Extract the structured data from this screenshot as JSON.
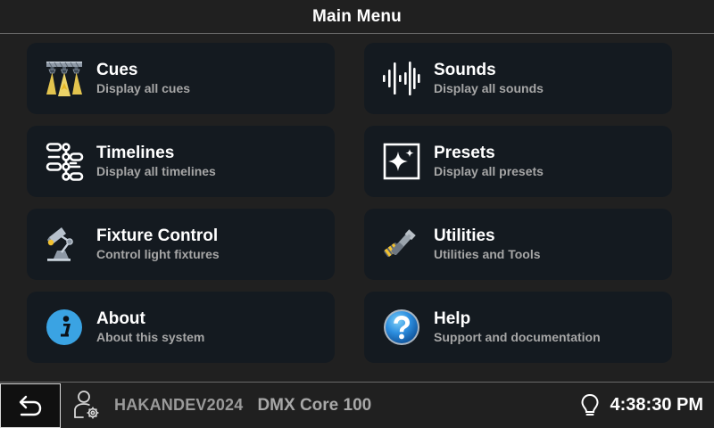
{
  "header": {
    "title": "Main Menu"
  },
  "colors": {
    "page_background": "#202020",
    "card_background": "#141a20",
    "title_text": "#ffffff",
    "subtitle_text": "#a6a6a6",
    "status_text": "#9a9a9a",
    "accent_yellow": "#f2c230",
    "accent_blue": "#2a9fe0",
    "separator": "#6a6a6a"
  },
  "menu": {
    "items": [
      {
        "title": "Cues",
        "subtitle": "Display all cues",
        "icon": "stage-lights-icon"
      },
      {
        "title": "Sounds",
        "subtitle": "Display all sounds",
        "icon": "waveform-icon"
      },
      {
        "title": "Timelines",
        "subtitle": "Display all timelines",
        "icon": "timeline-nodes-icon"
      },
      {
        "title": "Presets",
        "subtitle": "Display all presets",
        "icon": "sparkle-square-icon"
      },
      {
        "title": "Fixture Control",
        "subtitle": "Control light fixtures",
        "icon": "desk-lamp-icon"
      },
      {
        "title": "Utilities",
        "subtitle": "Utilities and Tools",
        "icon": "wrench-screwdriver-icon"
      },
      {
        "title": "About",
        "subtitle": "About this system",
        "icon": "info-circle-icon"
      },
      {
        "title": "Help",
        "subtitle": "Support and documentation",
        "icon": "question-circle-icon"
      }
    ]
  },
  "statusbar": {
    "back_label": "back-arrow",
    "user_icon": "user-settings-icon",
    "user": "HAKANDEV2024",
    "device": "DMX Core 100",
    "bulb_icon": "lightbulb-icon",
    "time": "4:38:30 PM"
  }
}
